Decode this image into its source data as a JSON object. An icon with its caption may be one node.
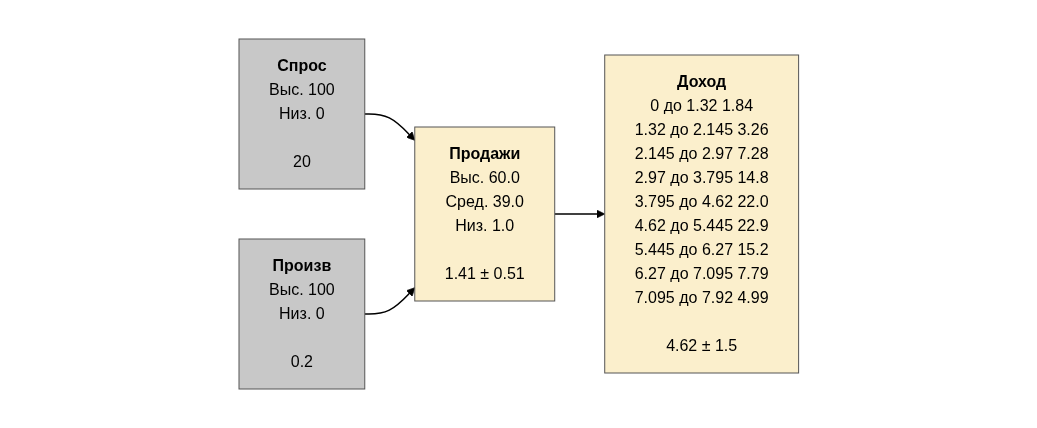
{
  "diagram": {
    "nodes": [
      {
        "text": [
          "Спрос",
          "Выс.",
          "100",
          "Низ.",
          "0",
          "20"
        ]
      },
      {
        "text": [
          "Продажи",
          "Выс.",
          "60.0",
          "Сред.",
          "39.0",
          "Низ.",
          "1.0",
          "1.41 ± 0.51"
        ]
      },
      {
        "text": [
          "Произв",
          "Выс.",
          "100",
          "Низ.",
          "0",
          "0.2"
        ]
      },
      {
        "text": [
          "Доход",
          "0 до 1.32",
          "1.84",
          "1.32 до 2.145",
          "3.26",
          "2.145 до 2.97",
          "7.28",
          "2.97 до 3.795",
          "14.8",
          "3.795 до 4.62",
          "22.0",
          "4.62 до 5.445",
          "22.9",
          "5.445 до 6.27",
          "15.2",
          "6.27 до 7.095",
          "7.79",
          "7.095 до 7.92",
          "4.99",
          "4.62 ± 1.5"
        ]
      }
    ],
    "edges": [
      {
        "from": 0,
        "to": 1,
        "arrow": "to"
      },
      {
        "from": 2,
        "to": 1,
        "arrow": "to"
      },
      {
        "from": 1,
        "to": 3,
        "arrow": "to"
      }
    ]
  }
}
